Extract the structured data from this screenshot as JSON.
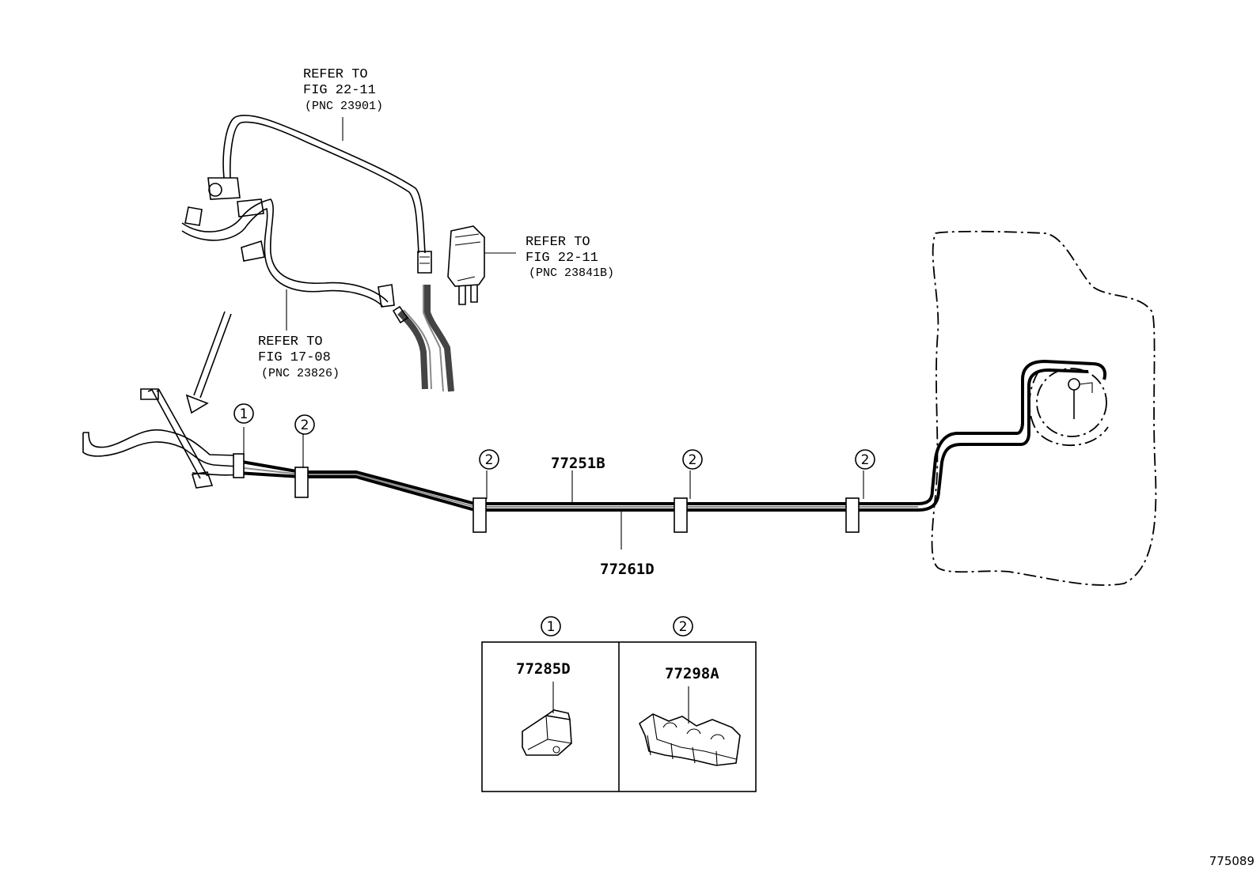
{
  "references": [
    {
      "line1": "REFER TO",
      "line2": "FIG 22-11",
      "line3": "(PNC 23901)"
    },
    {
      "line1": "REFER TO",
      "line2": "FIG 22-11",
      "line3": "(PNC 23841B)"
    },
    {
      "line1": "REFER TO",
      "line2": "FIG 17-08",
      "line3": "(PNC 23826)"
    }
  ],
  "parts": {
    "tube_upper": "77251B",
    "tube_lower": "77261D",
    "clamp_1": "77285D",
    "clamp_2": "77298A"
  },
  "callouts": {
    "one": "1",
    "two": "2"
  },
  "figure_id": "775089"
}
